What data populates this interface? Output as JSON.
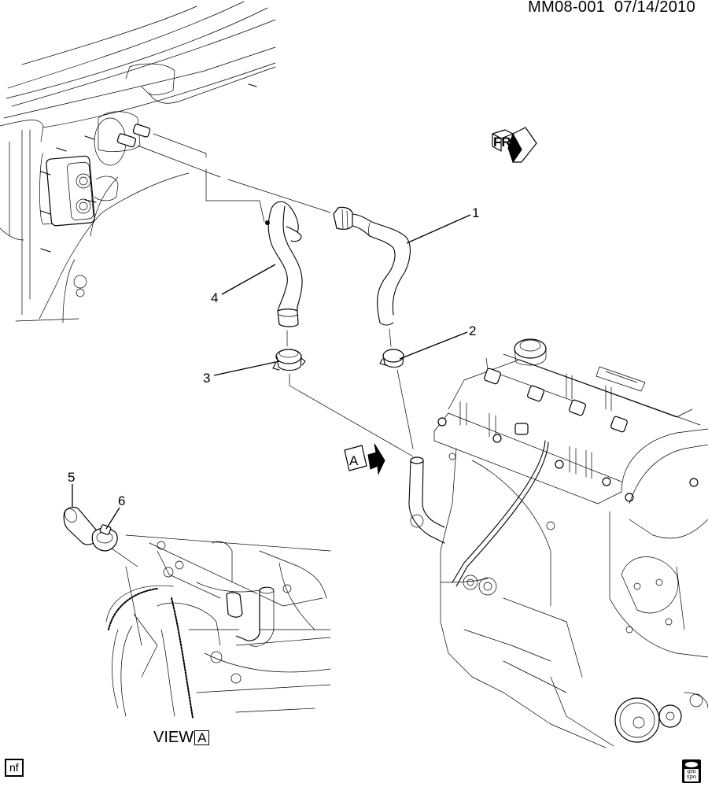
{
  "header": {
    "drawing_id": "MM08-001",
    "date": "07/14/2010"
  },
  "orientation_marker": {
    "label": "FRT",
    "icon": "front-direction-arrow-icon"
  },
  "view_reference": {
    "marker_letter": "A",
    "icon": "view-direction-arrow-icon"
  },
  "view_caption": {
    "prefix": "VIEW",
    "letter": "A"
  },
  "callouts": [
    {
      "number": "1",
      "part": "heater inlet hose"
    },
    {
      "number": "2",
      "part": "hose clamp"
    },
    {
      "number": "3",
      "part": "hose clamp"
    },
    {
      "number": "4",
      "part": "heater outlet hose"
    },
    {
      "number": "5",
      "part": "hose cap"
    },
    {
      "number": "6",
      "part": "hose clamp"
    }
  ],
  "footer": {
    "left_badge": "nf",
    "right_logo_line1": "gm",
    "right_logo_line2": "spo"
  }
}
